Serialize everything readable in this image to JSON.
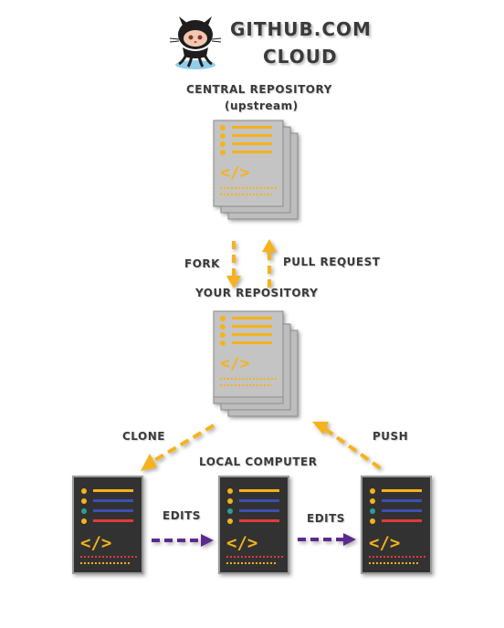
{
  "header": {
    "title_line1": "GITHUB.COM",
    "title_line2": "CLOUD",
    "logo_icon": "octocat-icon"
  },
  "central_repository": {
    "label": "CENTRAL REPOSITORY",
    "sublabel": "(upstream)",
    "icon": "code-document-stack-icon"
  },
  "your_repository": {
    "label": "YOUR REPOSITORY",
    "icon": "code-document-stack-icon"
  },
  "local_computer": {
    "label": "LOCAL COMPUTER",
    "icon": "code-document-icon"
  },
  "arrows": {
    "fork": "FORK",
    "pull_request": "PULL REQUEST",
    "clone": "CLONE",
    "push": "PUSH",
    "edits_1": "EDITS",
    "edits_2": "EDITS"
  },
  "colors": {
    "arrow_orange": "#f5b21b",
    "arrow_purple": "#5c2c8c",
    "doc_gray": "#bdbdbd",
    "doc_dark": "#333333",
    "line_blue": "#3f4fb4",
    "line_red": "#e23b3b",
    "dot_teal": "#2aa198",
    "text": "#3a3a3a"
  }
}
